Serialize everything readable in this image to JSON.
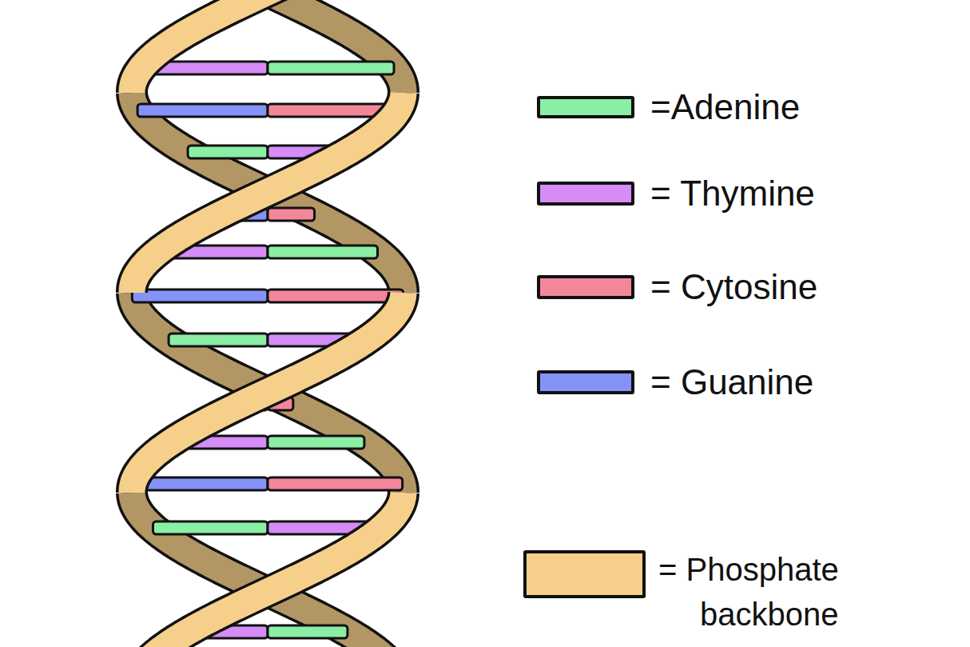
{
  "diagram": {
    "legend": [
      {
        "text": "=Adenine",
        "color": "#8aeea4"
      },
      {
        "text": "= Thymine",
        "color": "#d58cf7"
      },
      {
        "text": "= Cytosine",
        "color": "#f2879b"
      },
      {
        "text": "= Guanine",
        "color": "#8592f7"
      },
      {
        "text": "= Phosphate backbone",
        "color": "#f6d08b"
      }
    ]
  }
}
